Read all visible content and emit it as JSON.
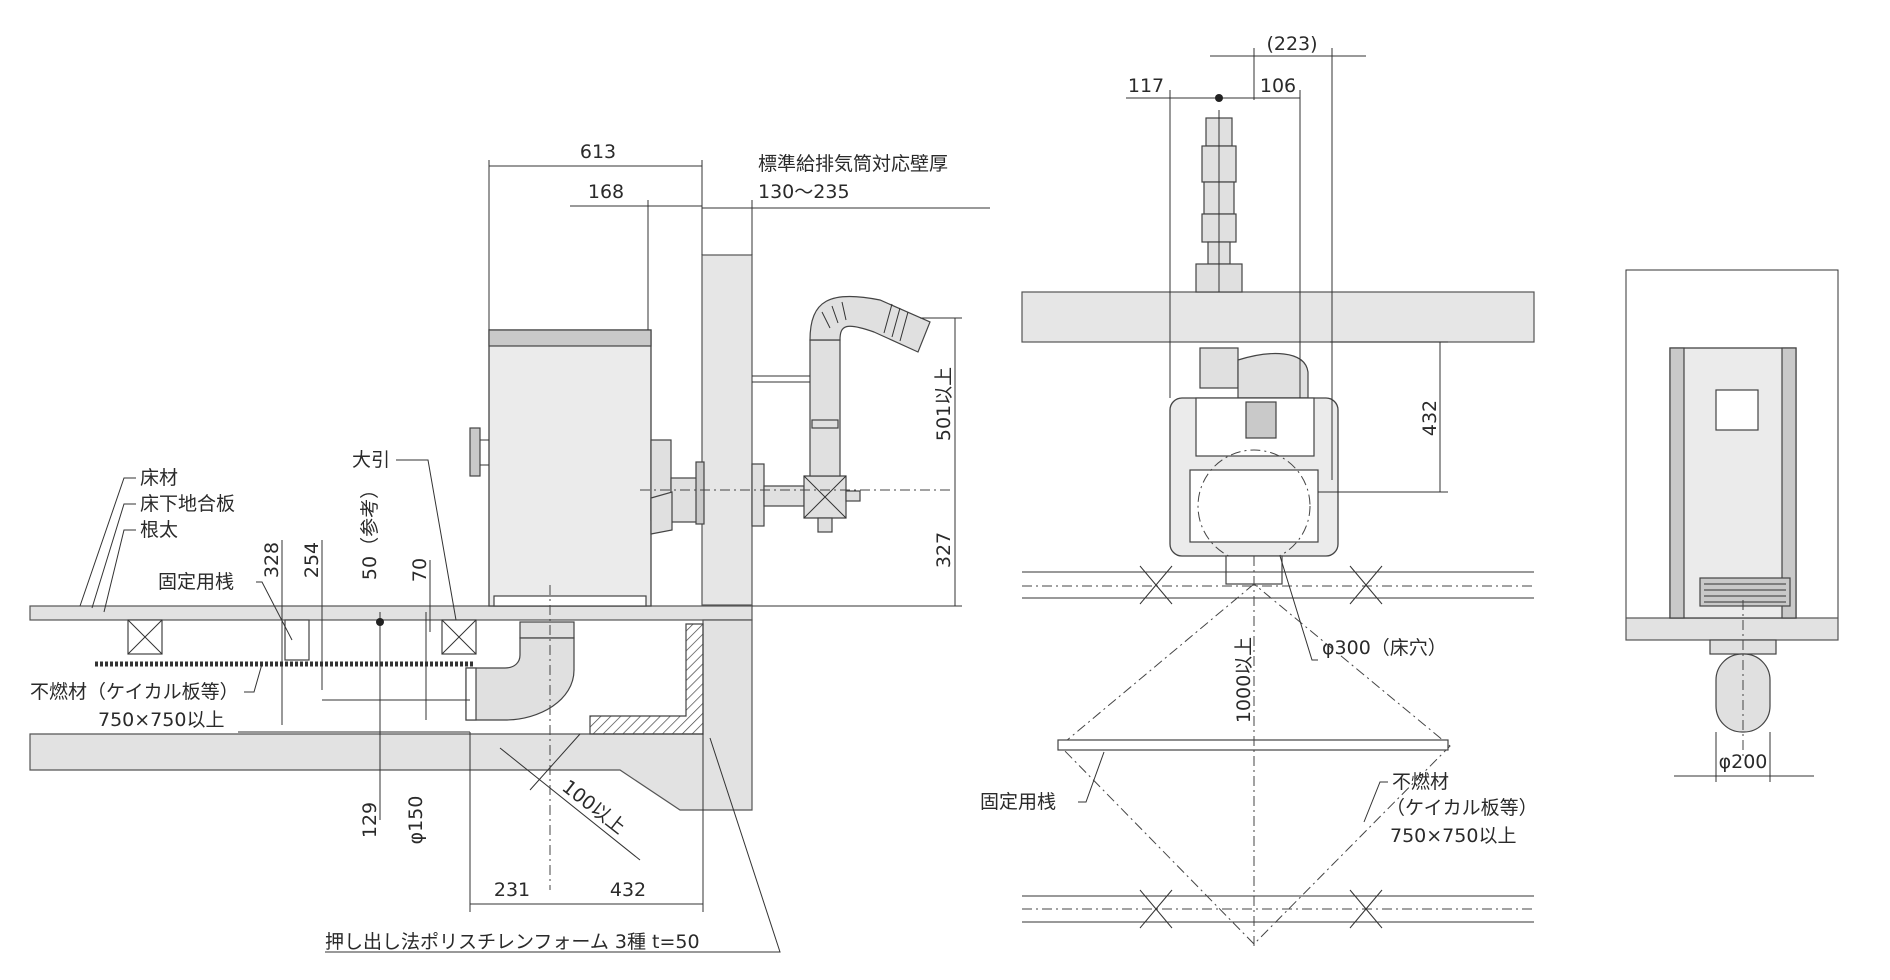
{
  "side_view": {
    "dim_613": "613",
    "dim_168": "168",
    "wall_thickness_title": "標準給排気筒対応壁厚",
    "wall_thickness_range": "130〜235",
    "dim_501": "501以上",
    "dim_327": "327",
    "label_floor_material": "床材",
    "label_subfloor_plywood": "床下地合板",
    "label_joist": "根太",
    "label_beam": "大引",
    "label_fixing_rail": "固定用桟",
    "dim_328": "328",
    "dim_254": "254",
    "dim_50_ref": "50（参考）",
    "dim_70": "70",
    "label_noncombustible": "不燃材（ケイカル板等）",
    "label_noncombustible_size": "750×750以上",
    "dim_129": "129",
    "dim_phi150": "φ150",
    "dim_100": "100以上",
    "dim_231": "231",
    "dim_432": "432",
    "label_xps_foam": "押し出し法ポリスチレンフォーム 3種 t=50"
  },
  "top_view": {
    "dim_223": "(223)",
    "dim_117": "117",
    "dim_106": "106",
    "dim_432": "432",
    "dim_1000": "1000以上",
    "label_hole": "φ300（床穴）",
    "label_fixing_rail": "固定用桟",
    "label_noncombustible_1": "不燃材",
    "label_noncombustible_2": "（ケイカル板等）",
    "label_noncombustible_size": "750×750以上"
  },
  "front_view": {
    "dim_phi200": "φ200"
  }
}
